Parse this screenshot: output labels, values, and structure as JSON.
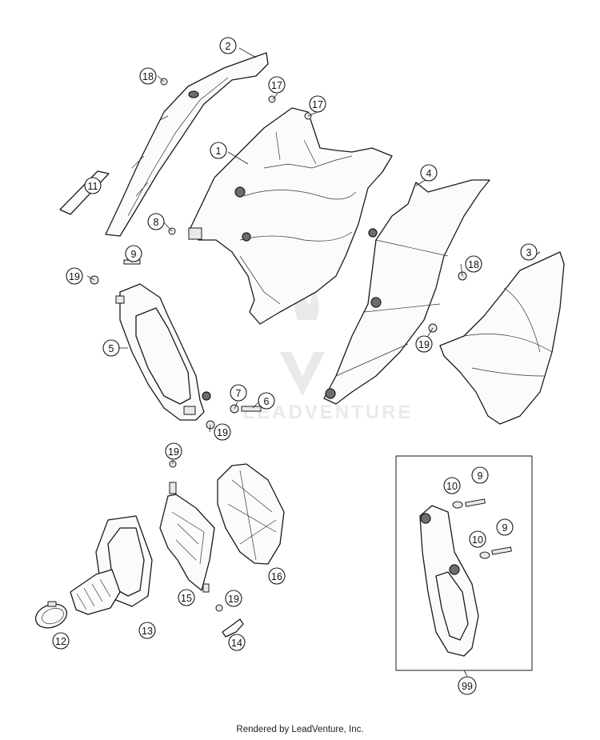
{
  "watermark": {
    "text": "LEADVENTURE"
  },
  "kit_box": {
    "callout": "99"
  },
  "footer": {
    "credit": "Rendered by LeadVenture, Inc."
  },
  "callouts": [
    "1",
    "2",
    "3",
    "4",
    "5",
    "6",
    "7",
    "8",
    "9",
    "10",
    "11",
    "12",
    "13",
    "14",
    "15",
    "16",
    "17",
    "18",
    "19"
  ]
}
